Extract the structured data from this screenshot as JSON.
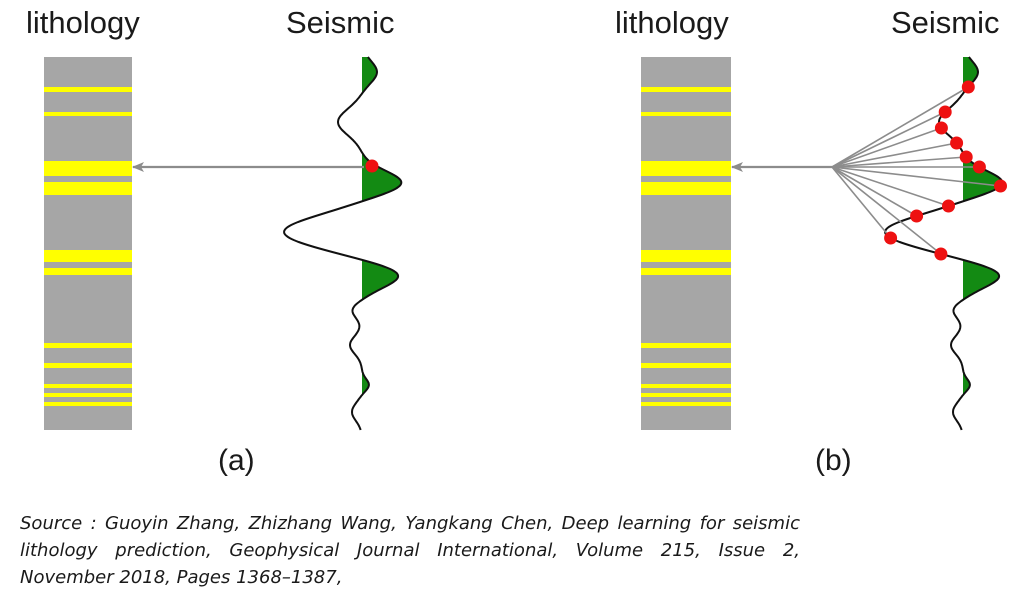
{
  "panels": [
    {
      "id": "a",
      "lithology_title": "lithology",
      "seismic_title": "Seismic",
      "caption": "(a)"
    },
    {
      "id": "b",
      "lithology_title": "lithology",
      "seismic_title": "Seismic",
      "caption": "(b)"
    }
  ],
  "source": "Source : Guoyin Zhang, Zhizhang Wang, Yangkang Chen, Deep learning for seismic lithology prediction, Geophysical Journal International, Volume 215, Issue 2, November 2018, Pages 1368–1387,",
  "colors": {
    "lithology_column": "#a6a6a6",
    "lithology_layer": "#ffff00",
    "seismic_fill": "#138a13",
    "seismic_trace": "#111111",
    "sample_point": "#ee1111",
    "arrow": "#8c8c8c"
  }
}
